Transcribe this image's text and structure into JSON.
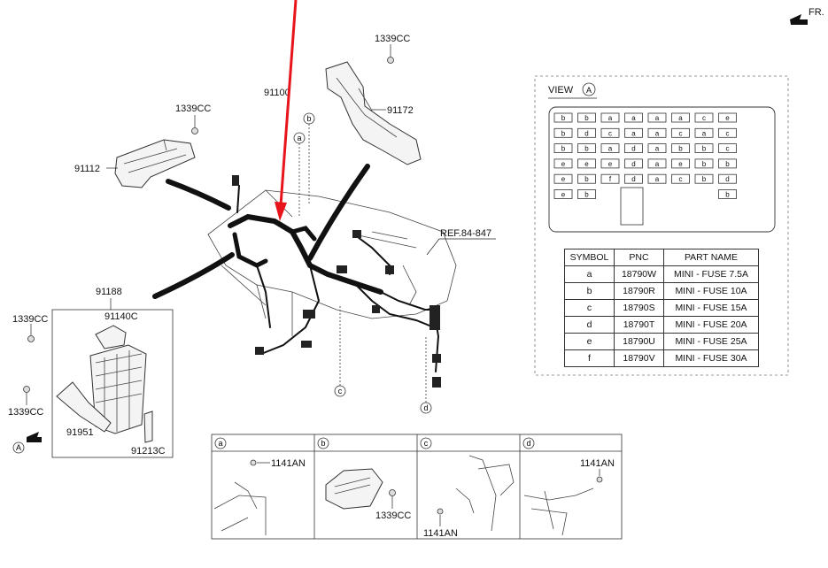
{
  "labels": {
    "front": "FR.",
    "p1339cc": "1339CC",
    "p91100": "91100",
    "p91172": "91172",
    "p91112": "91112",
    "p91188": "91188",
    "p91140c": "91140C",
    "p91951": "91951",
    "p91213c": "91213C",
    "p1141an": "1141AN",
    "ref": "REF.84-847",
    "marker_a": "a",
    "marker_b": "b",
    "marker_c": "c",
    "marker_d": "d",
    "view_marker": "A"
  },
  "view": {
    "title": "VIEW",
    "marker": "A",
    "fuse_rows": [
      [
        "b",
        "b",
        "a",
        "a",
        "a",
        "a",
        "c",
        "e"
      ],
      [
        "b",
        "d",
        "c",
        "a",
        "a",
        "c",
        "a",
        "c"
      ],
      [
        "b",
        "b",
        "a",
        "d",
        "a",
        "b",
        "b",
        "c"
      ],
      [
        "e",
        "e",
        "e",
        "d",
        "a",
        "e",
        "b",
        "b"
      ],
      [
        "e",
        "b",
        "f",
        "d",
        "a",
        "c",
        "b",
        "d"
      ],
      [
        "e",
        "b",
        "",
        "",
        "",
        "",
        "",
        "b"
      ]
    ]
  },
  "table": {
    "headers": [
      "SYMBOL",
      "PNC",
      "PART NAME"
    ],
    "rows": [
      [
        "a",
        "18790W",
        "MINI - FUSE 7.5A"
      ],
      [
        "b",
        "18790R",
        "MINI - FUSE 10A"
      ],
      [
        "c",
        "18790S",
        "MINI - FUSE 15A"
      ],
      [
        "d",
        "18790T",
        "MINI - FUSE 20A"
      ],
      [
        "e",
        "18790U",
        "MINI - FUSE 25A"
      ],
      [
        "f",
        "18790V",
        "MINI - FUSE 30A"
      ]
    ]
  },
  "details": [
    {
      "id": "a",
      "part": "1141AN"
    },
    {
      "id": "b",
      "part": "1339CC"
    },
    {
      "id": "c",
      "part": "1141AN"
    },
    {
      "id": "d",
      "part": "1141AN"
    }
  ],
  "colors": {
    "arrow": "#e8141b",
    "ink": "#111111"
  }
}
